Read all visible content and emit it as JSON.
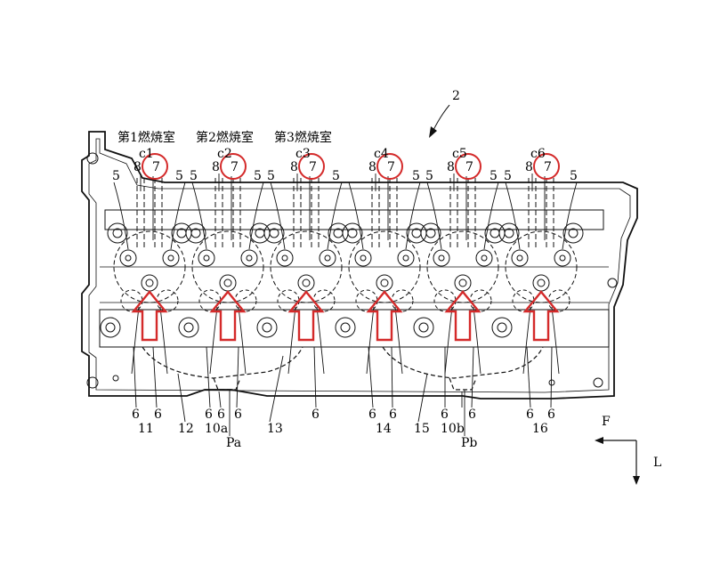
{
  "figure_ref": "2",
  "chambers": [
    "第1燃焼室",
    "第2燃焼室",
    "第3燃焼室"
  ],
  "cylinders": [
    {
      "c": "c1",
      "seven": "7",
      "eight": "8"
    },
    {
      "c": "c2",
      "seven": "7",
      "eight": "8"
    },
    {
      "c": "c3",
      "seven": "7",
      "eight": "8"
    },
    {
      "c": "c4",
      "seven": "7",
      "eight": "8"
    },
    {
      "c": "c5",
      "seven": "7",
      "eight": "8"
    },
    {
      "c": "c6",
      "seven": "7",
      "eight": "8"
    }
  ],
  "top_five": "5",
  "six": "6",
  "bottom_refs": [
    "11",
    "12",
    "10a",
    "13",
    "14",
    "15",
    "10b",
    "16"
  ],
  "points": [
    "Pa",
    "Pb"
  ],
  "axes": {
    "forward": "F",
    "left": "L"
  },
  "colors": {
    "highlight": "#d42a2a",
    "line": "#111111"
  }
}
